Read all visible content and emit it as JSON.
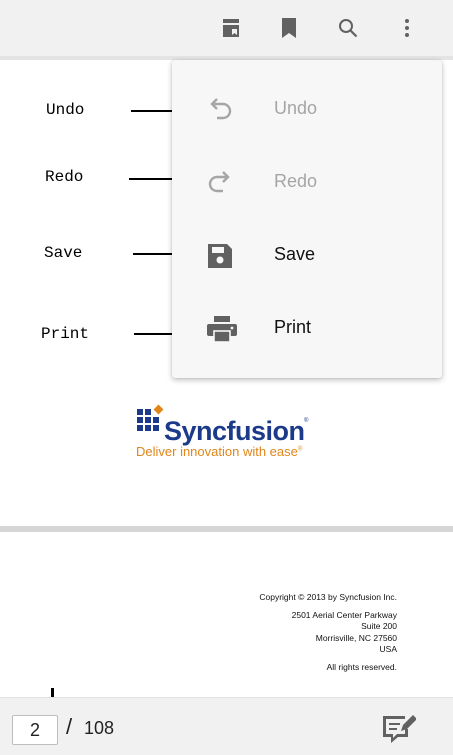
{
  "toolbar": {
    "icons": [
      "bookmark-panel-icon",
      "bookmark-icon",
      "search-icon",
      "more-vert-icon"
    ]
  },
  "callouts": {
    "undo": "Undo",
    "redo": "Redo",
    "save": "Save",
    "print": "Print"
  },
  "menu": {
    "items": [
      {
        "label": "Undo",
        "icon": "undo-icon",
        "enabled": false
      },
      {
        "label": "Redo",
        "icon": "redo-icon",
        "enabled": false
      },
      {
        "label": "Save",
        "icon": "save-icon",
        "enabled": true
      },
      {
        "label": "Print",
        "icon": "print-icon",
        "enabled": true
      }
    ]
  },
  "document": {
    "logo": {
      "brand": "Syncfusion",
      "trademark": "®",
      "tagline": "Deliver innovation with ease",
      "tagline_mark": "®"
    },
    "copyright": {
      "line1": "Copyright © 2013 by Syncfusion Inc.",
      "line2": "2501 Aerial Center Parkway",
      "line3": "Suite 200",
      "line4": "Morrisville, NC 27560",
      "line5": "USA",
      "line6": "All rights reserved."
    }
  },
  "pagination": {
    "current_page": "2",
    "separator": "/",
    "total_pages": "108"
  },
  "colors": {
    "toolbar_bg": "#f1f1f1",
    "icon_gray": "#616161",
    "disabled_gray": "#a5a5a5",
    "brand_blue": "#1b3a8a",
    "brand_orange": "#e0861a"
  }
}
